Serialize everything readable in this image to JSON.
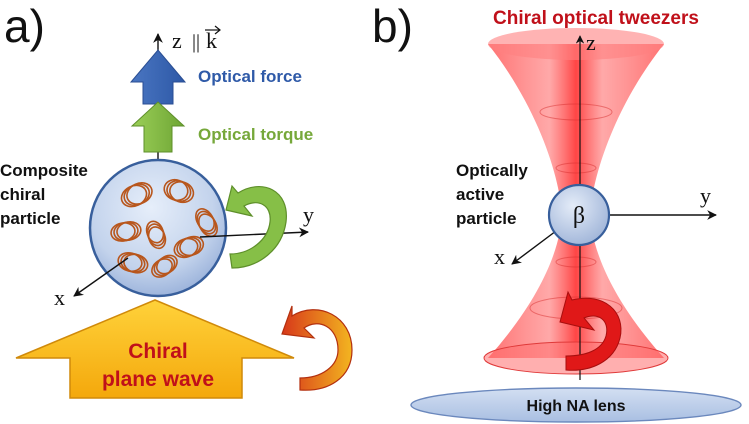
{
  "panel_a": {
    "label": "a)",
    "axis_z": "z",
    "axis_z_par": "||",
    "axis_z_k": "k",
    "axis_y": "y",
    "axis_x": "x",
    "force_label": "Optical force",
    "torque_label": "Optical torque",
    "particle_label_1": "Composite",
    "particle_label_2": "chiral",
    "particle_label_3": "particle",
    "wave_label_1": "Chiral",
    "wave_label_2": "plane wave"
  },
  "panel_b": {
    "label": "b)",
    "title": "Chiral optical tweezers",
    "axis_z": "z",
    "axis_y": "y",
    "axis_x": "x",
    "particle_symbol": "β",
    "particle_label_1": "Optically",
    "particle_label_2": "active",
    "particle_label_3": "particle",
    "lens_label": "High NA lens"
  },
  "colors": {
    "force_blue": "#2f5aa8",
    "torque_green": "#76a83a",
    "wave_red": "#c0101a",
    "beam_red": "#ff2a2a",
    "wave_orange": "#f7b718"
  }
}
